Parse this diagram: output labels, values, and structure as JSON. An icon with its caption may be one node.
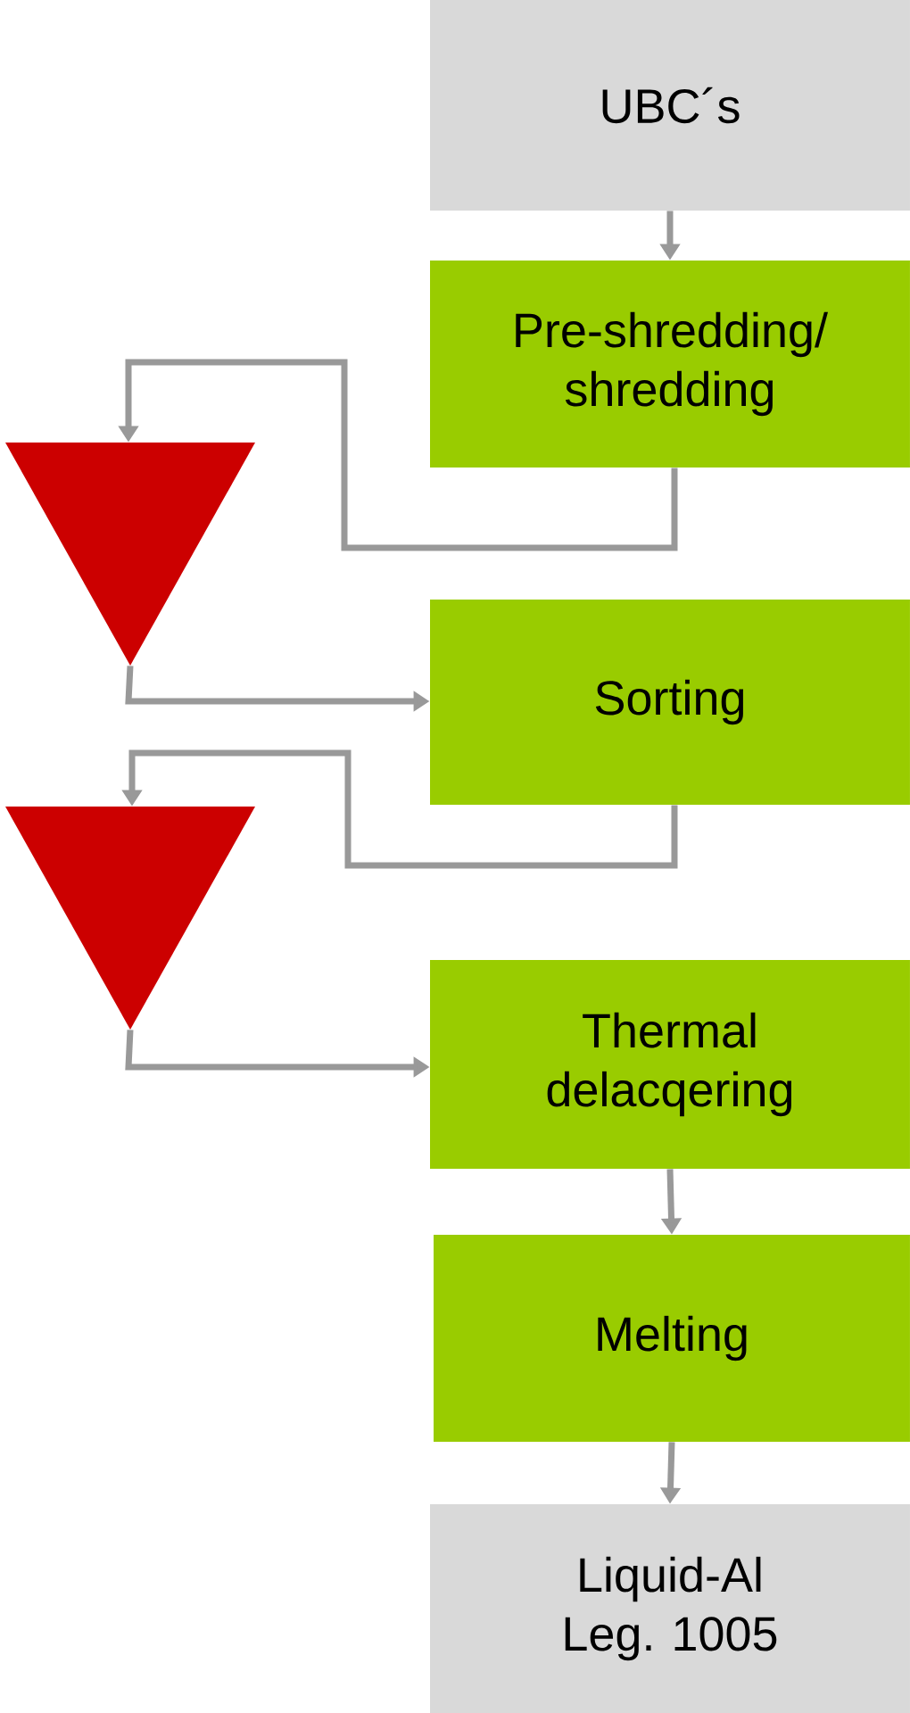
{
  "diagram": {
    "nodes": [
      {
        "text": [
          "UBC´s"
        ]
      },
      {
        "text": [
          "Pre-shredding/ shredding"
        ]
      },
      {
        "text": [],
        "shape": "triangle"
      },
      {
        "text": [
          "Sorting"
        ]
      },
      {
        "text": [],
        "shape": "triangle"
      },
      {
        "text": [
          "Thermal delacqering"
        ]
      },
      {
        "text": [
          "Melting"
        ]
      },
      {
        "text": [
          "Liquid-Al Leg. 1005"
        ]
      }
    ],
    "edges": [
      {
        "from": 0,
        "to": 1,
        "arrow": "to"
      },
      {
        "from": 1,
        "to": 2,
        "arrow": "to"
      },
      {
        "from": 2,
        "to": 3,
        "arrow": "to"
      },
      {
        "from": 3,
        "to": 4,
        "arrow": "to"
      },
      {
        "from": 4,
        "to": 5,
        "arrow": "to"
      },
      {
        "from": 5,
        "to": 6,
        "arrow": "to"
      },
      {
        "from": 6,
        "to": 7,
        "arrow": "to"
      }
    ]
  }
}
